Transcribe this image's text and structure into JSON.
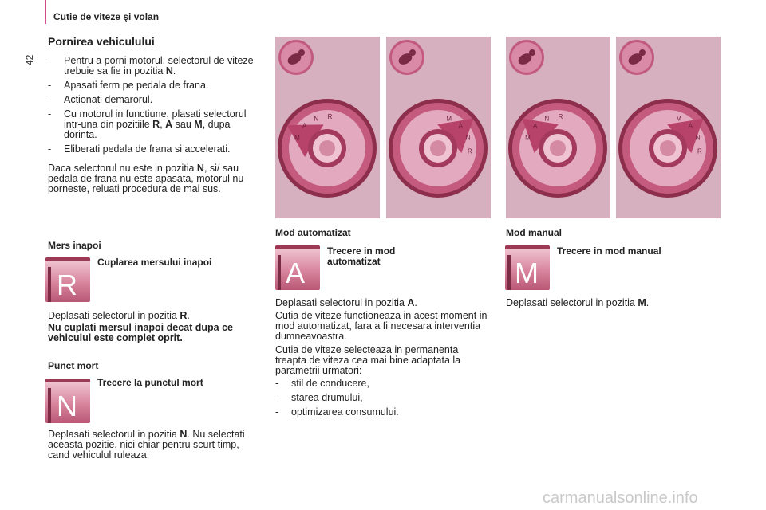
{
  "header": {
    "section": "Cutie de viteze şi volan",
    "page_number": "42"
  },
  "left": {
    "title": "Pornirea vehiculului",
    "steps": [
      [
        "Pentru a porni motorul, selectorul de viteze trebuie sa fie in pozitia ",
        "N",
        "."
      ],
      [
        "Apasati ferm pe pedala de frana."
      ],
      [
        "Actionati demarorul."
      ],
      [
        "Cu motorul in functiune, plasati selectorul intr-una din pozitiile ",
        "R",
        ", ",
        "A",
        " sau ",
        "M",
        ", dupa dorinta."
      ],
      [
        "Eliberati pedala de frana si accelerati."
      ]
    ],
    "note_a": "Daca selectorul nu este in pozitia ",
    "note_b": "N",
    "note_c": ", si/ sau pedala de frana nu este apasata, motorul nu porneste, reluati procedura de mai sus.",
    "reverse": {
      "heading": "Mers inapoi",
      "label": "Cuplarea mersului inapoi",
      "btn": "R",
      "text_a": "Deplasati selectorul in pozitia ",
      "text_b": "R",
      "text_c": ".",
      "warning": "Nu cuplati mersul inapoi decat dupa ce vehiculul este complet oprit."
    },
    "neutral": {
      "heading": "Punct mort",
      "label": "Trecere la punctul mort",
      "btn": "N",
      "text_a": "Deplasati selectorul in pozitia ",
      "text_b": "N",
      "text_c": ". Nu selectati aceasta pozitie, nici chiar pentru scurt timp, cand vehiculul ruleaza."
    }
  },
  "middle": {
    "heading": "Mod automatizat",
    "label": "Trecere in mod automatizat",
    "btn": "A",
    "text_a": "Deplasati selectorul in pozitia ",
    "text_b": "A",
    "text_c": ".",
    "p1": "Cutia de viteze functioneaza in acest moment in mod automatizat, fara a fi necesara interventia dumneavoastra.",
    "p2": "Cutia de viteze selecteaza in permanenta treapta de viteza cea mai bine adaptata la parametrii urmatori:",
    "bullets": [
      "stil de conducere,",
      "starea drumului,",
      "optimizarea consumului."
    ]
  },
  "right": {
    "heading": "Mod manual",
    "label": "Trecere in mod manual",
    "btn": "M",
    "text_a": "Deplasati selectorul in pozitia ",
    "text_b": "M",
    "text_c": "."
  },
  "dial_letters": [
    "M",
    "A",
    "N",
    "R"
  ],
  "watermark": "carmanualsonline.info",
  "colors": {
    "accent": "#d44a8c",
    "photo_bg": "#d7b0c0",
    "knob": "#b8436a"
  }
}
